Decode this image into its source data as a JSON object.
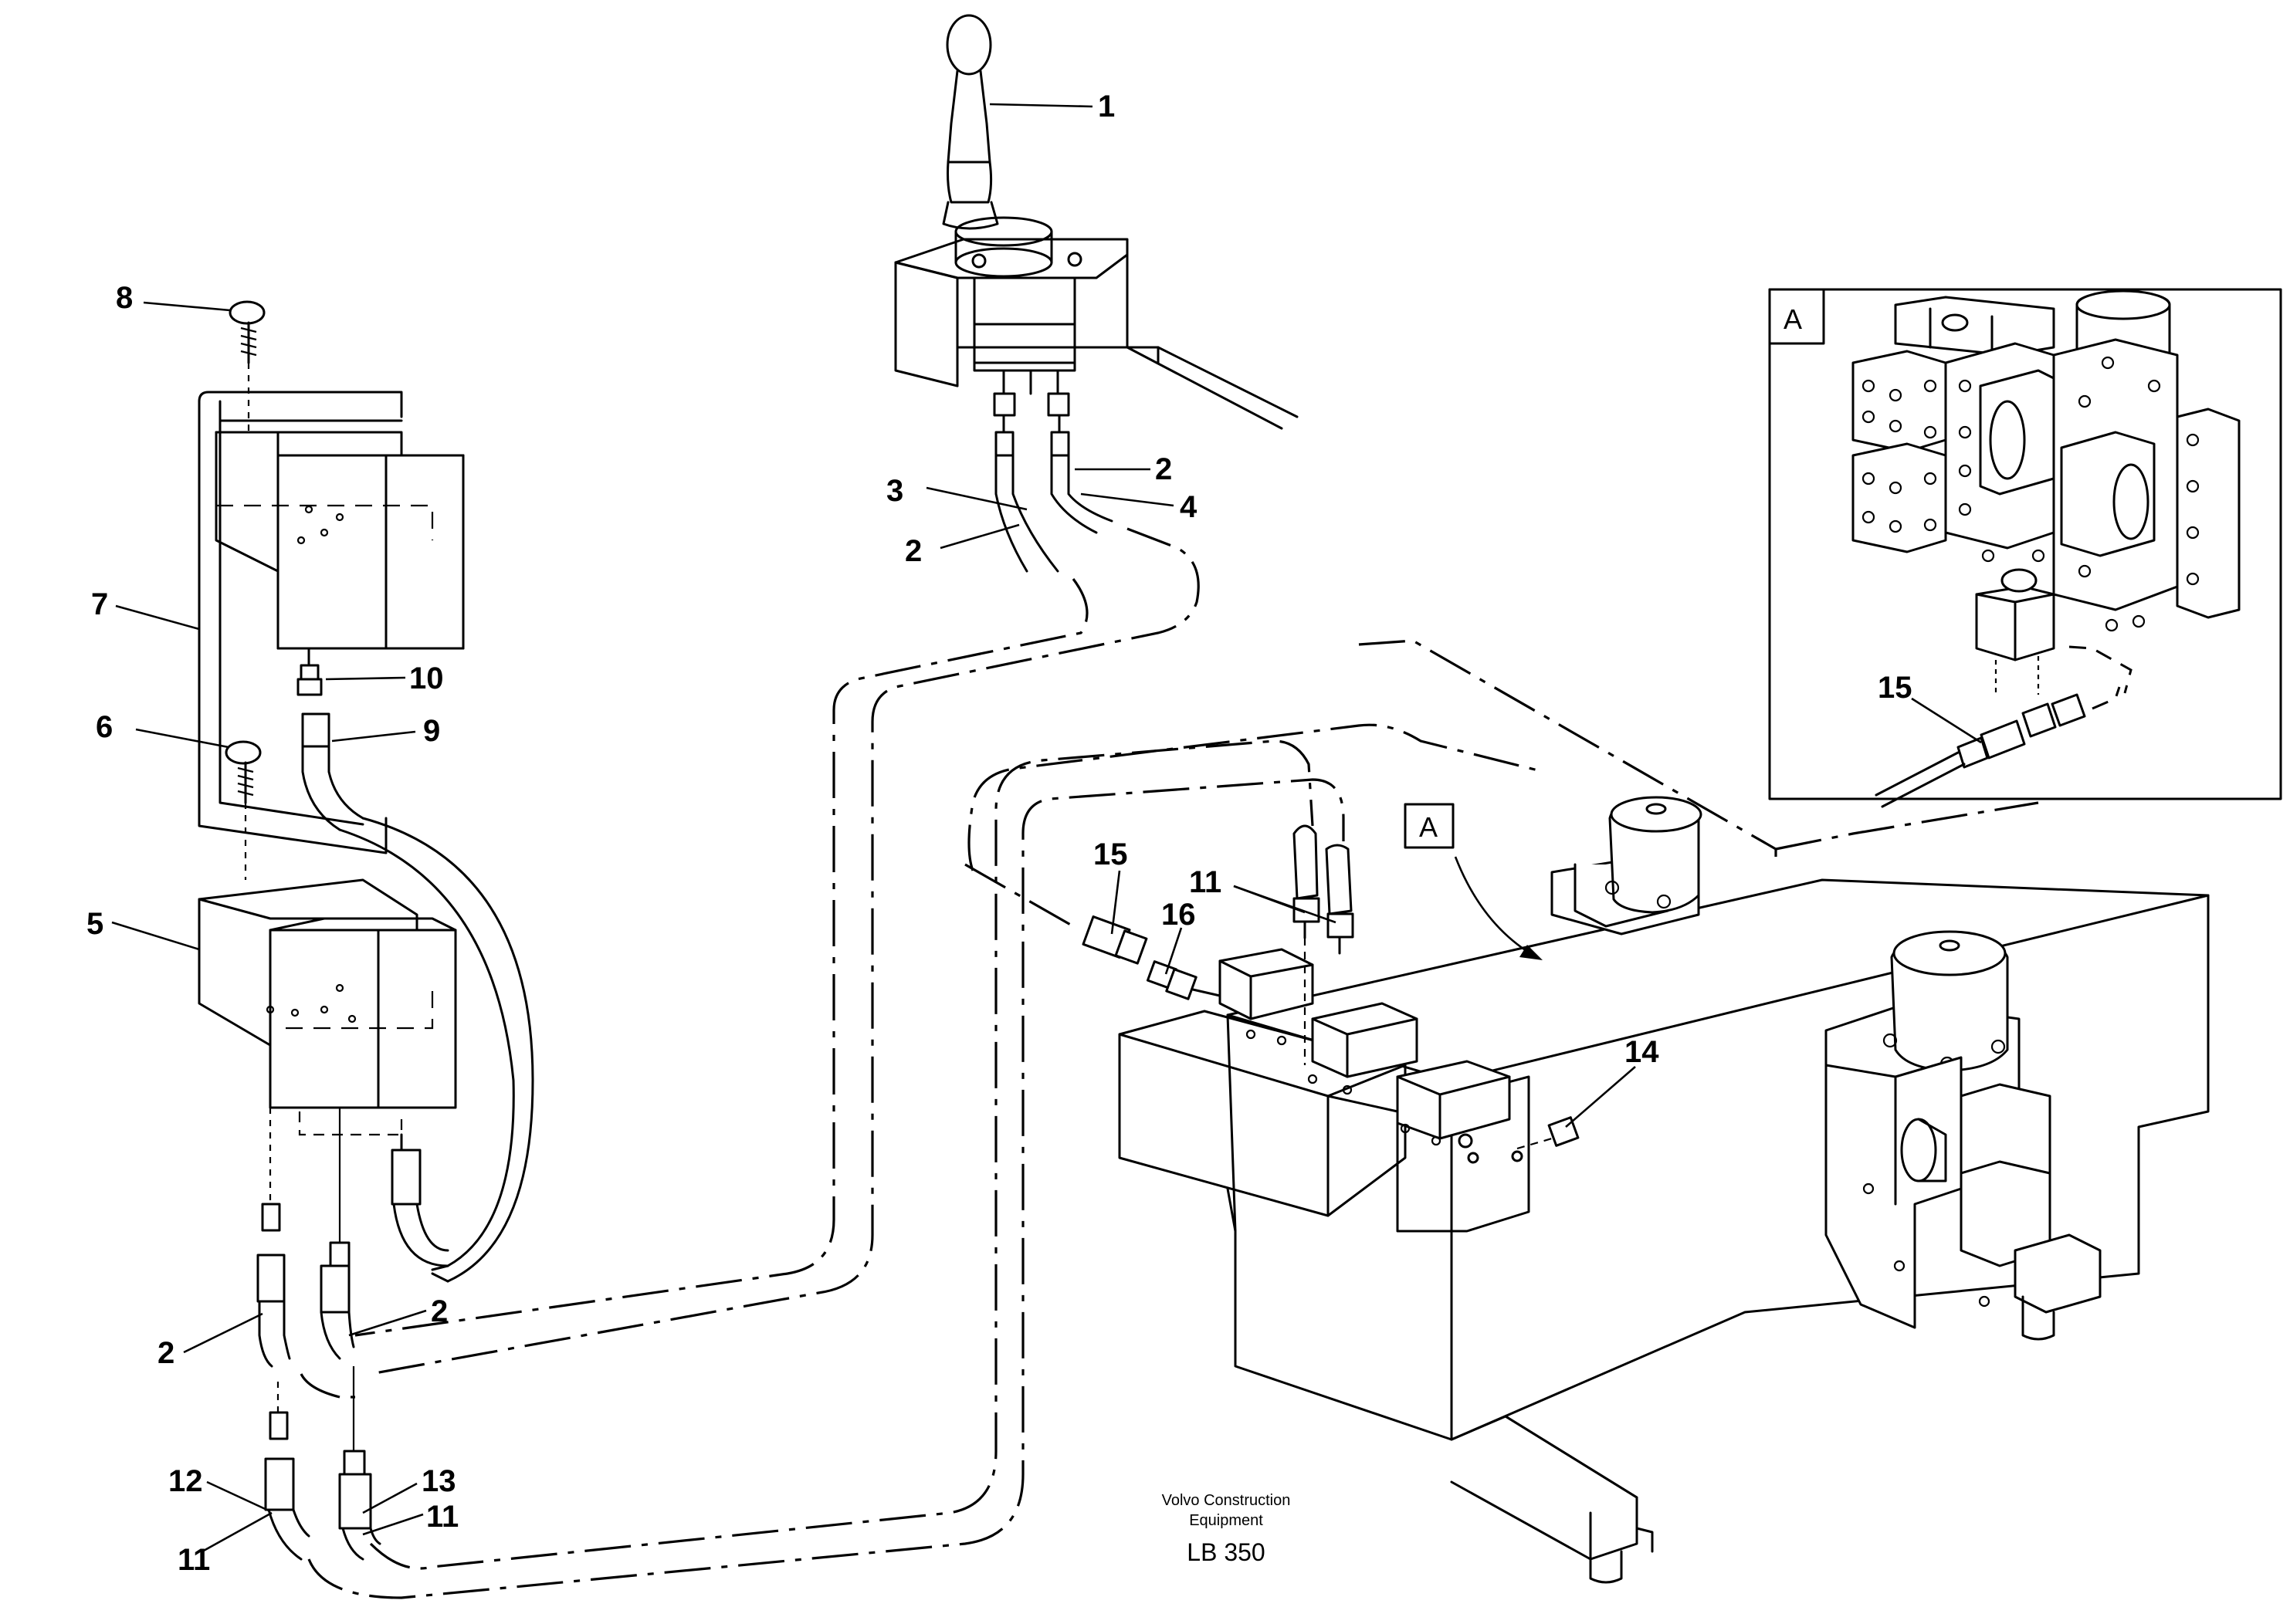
{
  "callouts": {
    "c1": "1",
    "c2a": "2",
    "c2b": "2",
    "c2c": "2",
    "c2d": "2",
    "c3": "3",
    "c4": "4",
    "c5": "5",
    "c6": "6",
    "c7": "7",
    "c8": "8",
    "c9": "9",
    "c10": "10",
    "c11a": "11",
    "c11b": "11",
    "c11c": "11",
    "c12": "12",
    "c13": "13",
    "c14": "14",
    "c15a": "15",
    "c15b": "15",
    "c16": "16"
  },
  "detail_box_label": "A",
  "view_marker_label": "A",
  "footer": {
    "company_line1": "Volvo Construction",
    "company_line2": "Equipment",
    "model": "LB 350"
  }
}
